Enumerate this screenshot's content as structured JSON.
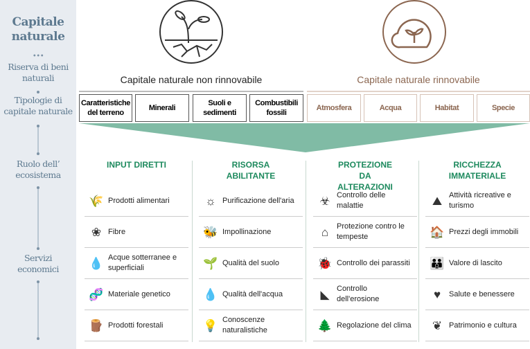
{
  "sidebar": {
    "title": "Capitale naturale",
    "labels": [
      "Riserva di beni naturali",
      "Tipologie di capitale naturale",
      "Ruolo dell’ ecosistema",
      "Servizi economici"
    ]
  },
  "groups": {
    "non_renewable": {
      "title": "Capitale naturale non rinnovabile",
      "items": [
        "Caratteristiche del terreno",
        "Minerali",
        "Suoli e sedimenti",
        "Combustibili fossili"
      ]
    },
    "renewable": {
      "title": "Capitale naturale rinnovabile",
      "items": [
        "Atmosfera",
        "Acqua",
        "Habitat",
        "Specie"
      ]
    }
  },
  "colors": {
    "green": "#1e8a5e",
    "brown": "#8b6650",
    "arrow": "#80bba5"
  },
  "columns": [
    {
      "title": "INPUT DIRETTI",
      "items": [
        {
          "icon": "wheat-icon",
          "g": "🌾",
          "label": "Prodotti alimentari"
        },
        {
          "icon": "cotton-icon",
          "g": "❀",
          "label": "Fibre"
        },
        {
          "icon": "water-drop-icon",
          "g": "💧",
          "label": "Acque sotterranee e superficiali"
        },
        {
          "icon": "dna-icon",
          "g": "🧬",
          "label": "Materiale genetico"
        },
        {
          "icon": "logs-icon",
          "g": "🪵",
          "label": "Prodotti forestali"
        }
      ]
    },
    {
      "title": "RISORSA ABILITANTE",
      "items": [
        {
          "icon": "air-icon",
          "g": "☼",
          "label": "Purificazione dell'aria"
        },
        {
          "icon": "bee-icon",
          "g": "🐝",
          "label": "Impollinazione"
        },
        {
          "icon": "sprout-icon",
          "g": "🌱",
          "label": "Qualità del suolo"
        },
        {
          "icon": "water-quality-icon",
          "g": "💧",
          "label": "Qualità dell'acqua"
        },
        {
          "icon": "lightbulb-icon",
          "g": "💡",
          "label": "Conoscenze naturalistiche"
        }
      ]
    },
    {
      "title": "PROTEZIONE DA ALTERAZIONI",
      "items": [
        {
          "icon": "biohazard-icon",
          "g": "☣",
          "label": "Controllo delle malattie"
        },
        {
          "icon": "storm-protection-icon",
          "g": "⌂",
          "label": "Protezione contro le tempeste"
        },
        {
          "icon": "bug-icon",
          "g": "🐞",
          "label": "Controllo dei parassiti"
        },
        {
          "icon": "erosion-icon",
          "g": "◣",
          "label": "Controllo dell'erosione"
        },
        {
          "icon": "trees-icon",
          "g": "🌲",
          "label": "Regolazione del clima"
        }
      ]
    },
    {
      "title": "RICCHEZZA IMMATERIALE",
      "items": [
        {
          "icon": "mountain-icon",
          "g": "⛰",
          "label": "Attività ricreative e turismo"
        },
        {
          "icon": "house-icon",
          "g": "🏠",
          "label": "Prezzi degli immobili"
        },
        {
          "icon": "family-icon",
          "g": "👪",
          "label": "Valore di lascito"
        },
        {
          "icon": "health-icon",
          "g": "♥",
          "label": "Salute e benessere"
        },
        {
          "icon": "laurel-icon",
          "g": "❦",
          "label": "Patrimonio e cultura"
        }
      ]
    }
  ]
}
